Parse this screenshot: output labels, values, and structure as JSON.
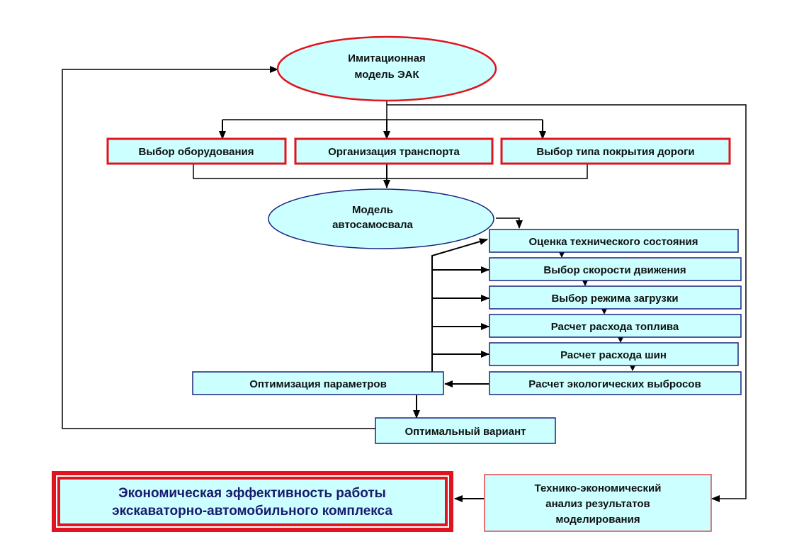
{
  "colors": {
    "node_fill": "#ccffff",
    "red_border": "#e0141e",
    "blue_border": "#1a237e",
    "line": "#000000",
    "final_text": "#1a1a6e"
  },
  "nodes": {
    "imitation_model": {
      "lines": [
        "Имитационная",
        "модель ЭАК"
      ]
    },
    "equipment_choice": {
      "lines": [
        "Выбор оборудования"
      ]
    },
    "transport_org": {
      "lines": [
        "Организация транспорта"
      ]
    },
    "road_cover": {
      "lines": [
        "Выбор типа покрытия дороги"
      ]
    },
    "truck_model": {
      "lines": [
        "Модель",
        "автосамосвала"
      ]
    },
    "tech_state": {
      "lines": [
        "Оценка технического состояния"
      ]
    },
    "speed_choice": {
      "lines": [
        "Выбор скорости движения"
      ]
    },
    "load_mode": {
      "lines": [
        "Выбор режима загрузки"
      ]
    },
    "fuel_calc": {
      "lines": [
        "Расчет расхода топлива"
      ]
    },
    "tire_calc": {
      "lines": [
        "Расчет расхода шин"
      ]
    },
    "eco_calc": {
      "lines": [
        "Расчет экологических выбросов"
      ]
    },
    "param_opt": {
      "lines": [
        "Оптимизация параметров"
      ]
    },
    "optimal_variant": {
      "lines": [
        "Оптимальный вариант"
      ]
    },
    "tech_econ_analysis": {
      "lines": [
        "Технико-экономический",
        "анализ результатов",
        "моделирования"
      ]
    },
    "economic_efficiency": {
      "lines": [
        "Экономическая эффективность работы",
        "экскаваторно-автомобильного комплекса"
      ]
    }
  }
}
